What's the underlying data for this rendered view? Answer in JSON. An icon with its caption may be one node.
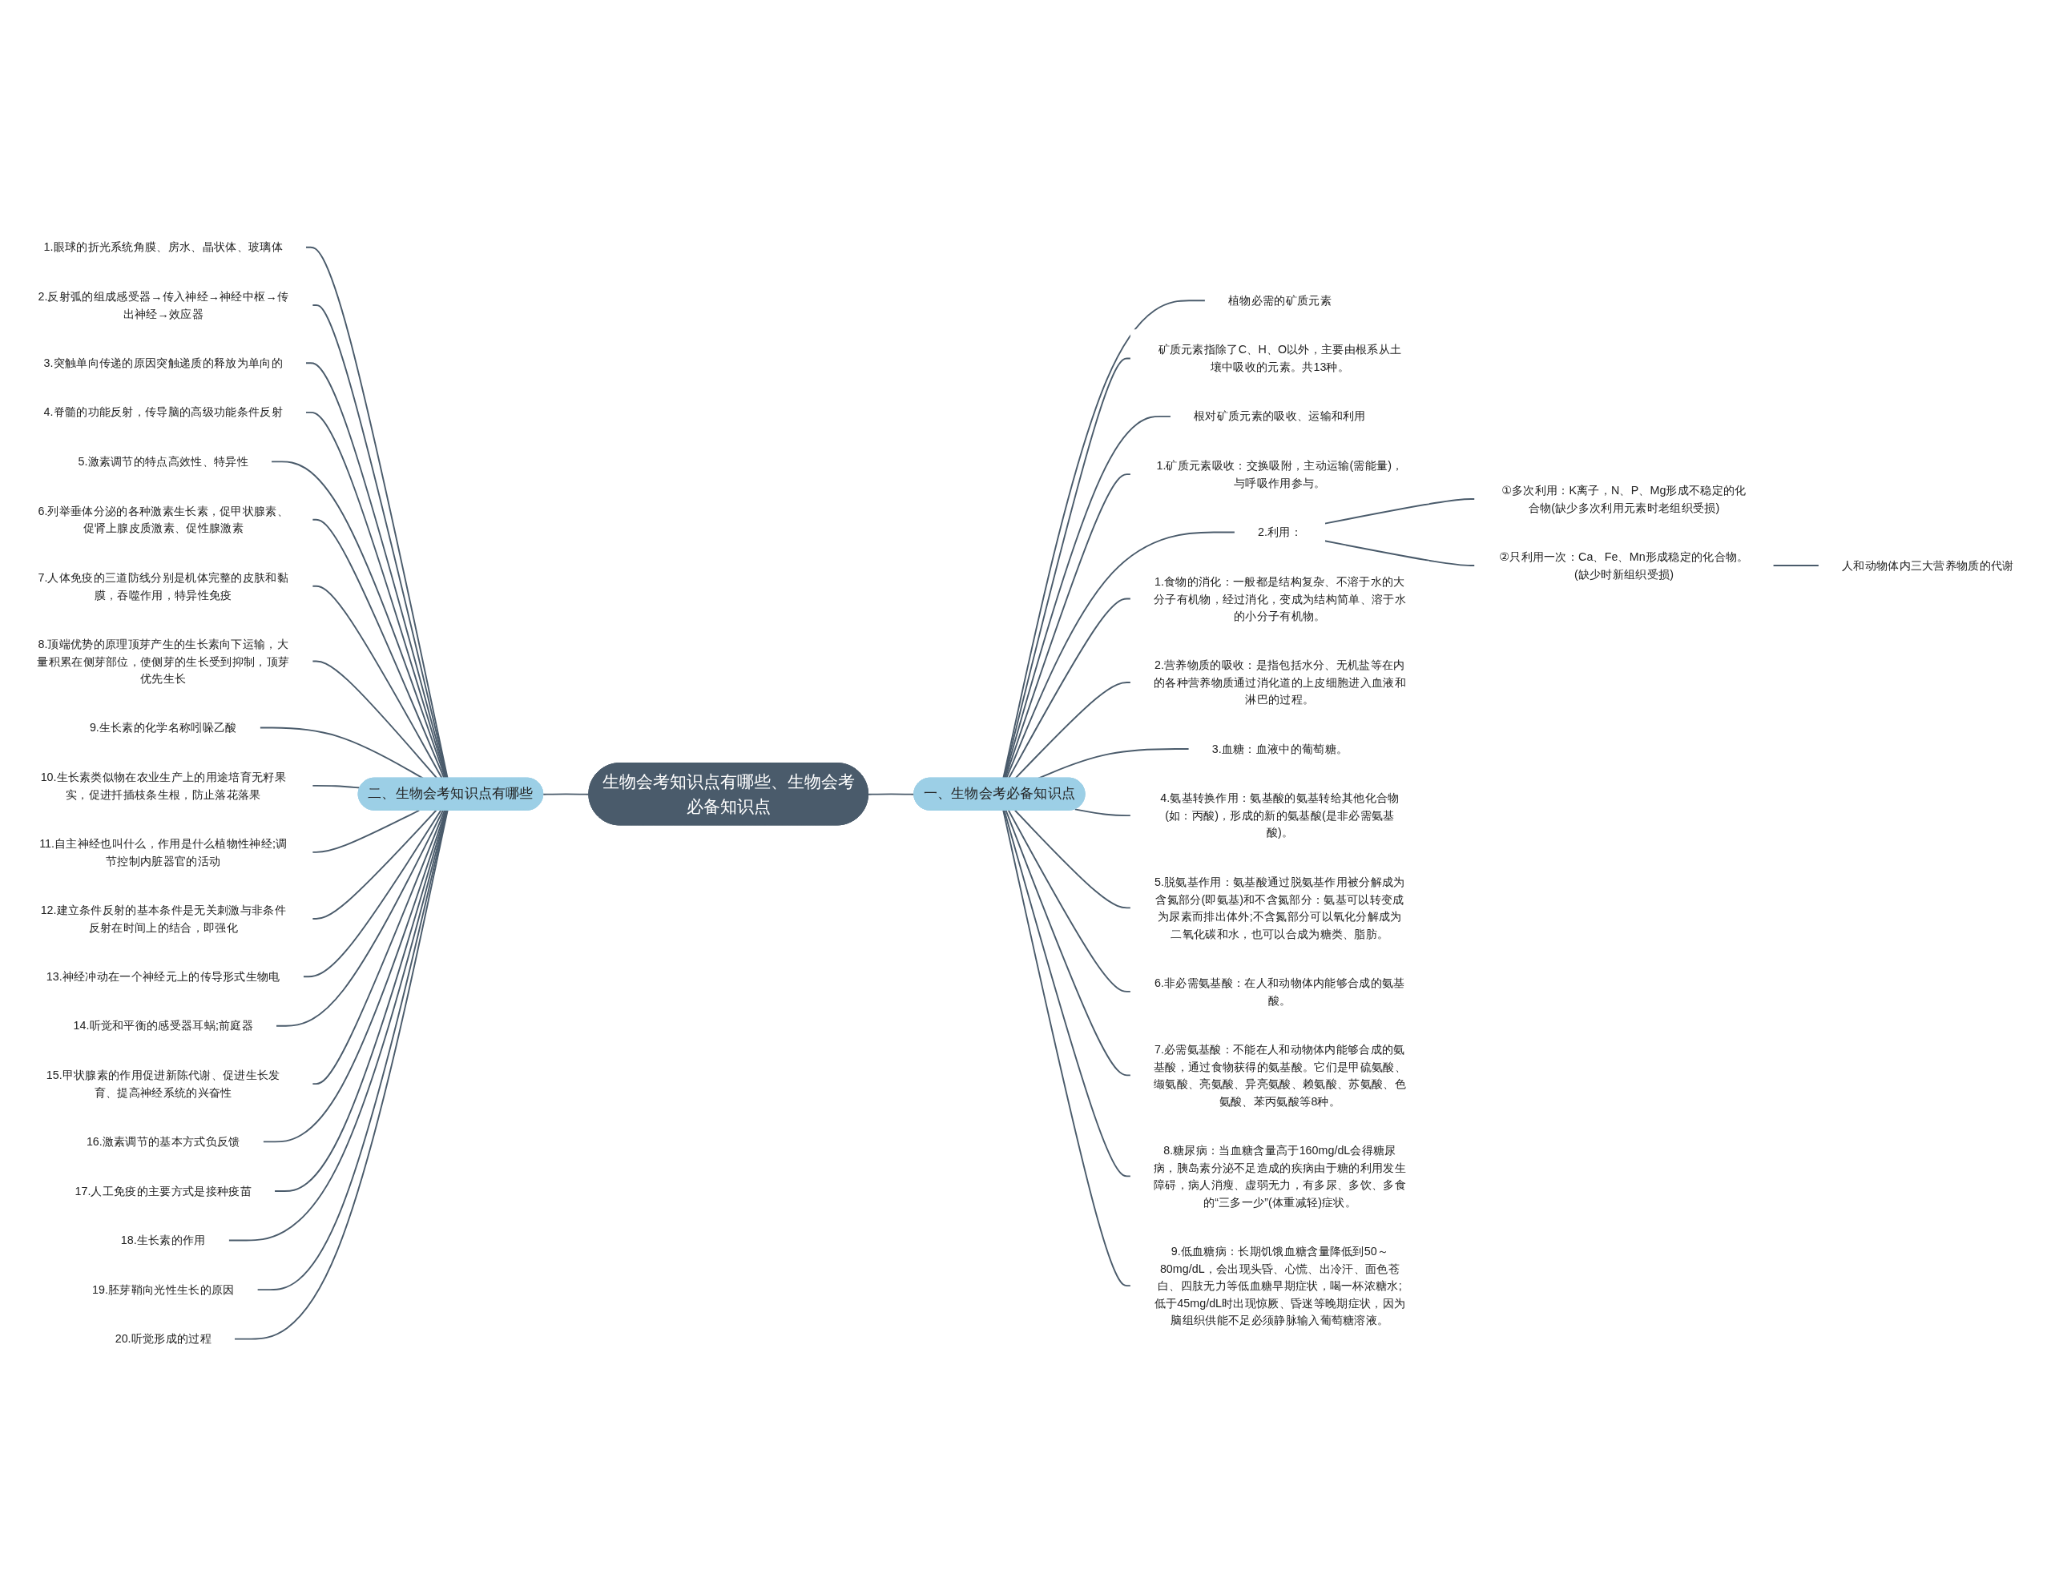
{
  "diagram": {
    "nodes": [
      {
        "text": [
          "生物会考知识点有哪些、生物会考必备知识点"
        ]
      },
      {
        "text": [
          "一、生物会考必备知识点"
        ]
      },
      {
        "text": [
          "植物必需的矿质元素"
        ]
      },
      {
        "text": [
          "矿质元素指除了C、H、O以外，主要由根系从土壤中吸收的元素。共13种。"
        ]
      },
      {
        "text": [
          "根对矿质元素的吸收、运输和利用"
        ]
      },
      {
        "text": [
          "1.矿质元素吸收：交换吸附，主动运输(需能量)，与呼吸作用参与。"
        ]
      },
      {
        "text": [
          "2.利用："
        ]
      },
      {
        "text": [
          "①多次利用：K离子，N、P、Mg形成不稳定的化合物(缺少多次利用元素时老组织受损)"
        ]
      },
      {
        "text": [
          "②只利用一次：Ca、Fe、Mn形成稳定的化合物。(缺少时新组织受损)"
        ]
      },
      {
        "text": [
          "人和动物体内三大营养物质的代谢"
        ]
      },
      {
        "text": [
          "1.食物的消化：一般都是结构复杂、不溶于水的大分子有机物，经过消化，变成为结构简单、溶于水的小分子有机物。"
        ]
      },
      {
        "text": [
          "2.营养物质的吸收：是指包括水分、无机盐等在内的各种营养物质通过消化道的上皮细胞进入血液和淋巴的过程。"
        ]
      },
      {
        "text": [
          "3.血糖：血液中的葡萄糖。"
        ]
      },
      {
        "text": [
          "4.氨基转换作用：氨基酸的氨基转给其他化合物(如：丙酸)，形成的新的氨基酸(是非必需氨基酸)。"
        ]
      },
      {
        "text": [
          "5.脱氨基作用：氨基酸通过脱氨基作用被分解成为含氮部分(即氨基)和不含氮部分：氨基可以转变成为尿素而排出体外;不含氮部分可以氧化分解成为二氧化碳和水，也可以合成为糖类、脂肪。"
        ]
      },
      {
        "text": [
          "6.非必需氨基酸：在人和动物体内能够合成的氨基酸。"
        ]
      },
      {
        "text": [
          "7.必需氨基酸：不能在人和动物体内能够合成的氨基酸，通过食物获得的氨基酸。它们是甲硫氨酸、缬氨酸、亮氨酸、异亮氨酸、赖氨酸、苏氨酸、色氨酸、苯丙氨酸等8种。"
        ]
      },
      {
        "text": [
          "8.糖尿病：当血糖含量高于160mg/dL会得糖尿病，胰岛素分泌不足造成的疾病由于糖的利用发生障碍，病人消瘦、虚弱无力，有多尿、多饮、多食的“三多一少”(体重减轻)症状。"
        ]
      },
      {
        "text": [
          "9.低血糖病：长期饥饿血糖含量降低到50～80mg/dL，会出现头昏、心慌、出冷汗、面色苍白、四肢无力等低血糖早期症状，喝一杯浓糖水;低于45mg/dL时出现惊厥、昏迷等晚期症状，因为脑组织供能不足必须静脉输入葡萄糖溶液。"
        ]
      },
      {
        "text": [
          "二、生物会考知识点有哪些"
        ]
      },
      {
        "text": [
          "1.眼球的折光系统角膜、房水、晶状体、玻璃体"
        ]
      },
      {
        "text": [
          "2.反射弧的组成感受器→传入神经→神经中枢→传出神经→效应器"
        ]
      },
      {
        "text": [
          "3.突触单向传递的原因突触递质的释放为单向的"
        ]
      },
      {
        "text": [
          "4.脊髓的功能反射，传导脑的高级功能条件反射"
        ]
      },
      {
        "text": [
          "5.激素调节的特点高效性、特异性"
        ]
      },
      {
        "text": [
          "6.列举垂体分泌的各种激素生长素，促甲状腺素、促肾上腺皮质激素、促性腺激素"
        ]
      },
      {
        "text": [
          "7.人体免疫的三道防线分别是机体完整的皮肤和黏膜，吞噬作用，特异性免疫"
        ]
      },
      {
        "text": [
          "8.顶端优势的原理顶芽产生的生长素向下运输，大量积累在侧芽部位，使侧芽的生长受到抑制，顶芽优先生长"
        ]
      },
      {
        "text": [
          "9.生长素的化学名称吲哚乙酸"
        ]
      },
      {
        "text": [
          "10.生长素类似物在农业生产上的用途培育无籽果实，促进扦插枝条生根，防止落花落果"
        ]
      },
      {
        "text": [
          "11.自主神经也叫什么，作用是什么植物性神经;调节控制内脏器官的活动"
        ]
      },
      {
        "text": [
          "12.建立条件反射的基本条件是无关刺激与非条件反射在时间上的结合，即强化"
        ]
      },
      {
        "text": [
          "13.神经冲动在一个神经元上的传导形式生物电"
        ]
      },
      {
        "text": [
          "14.听觉和平衡的感受器耳蜗;前庭器"
        ]
      },
      {
        "text": [
          "15.甲状腺素的作用促进新陈代谢、促进生长发育、提高神经系统的兴奋性"
        ]
      },
      {
        "text": [
          "16.激素调节的基本方式负反馈"
        ]
      },
      {
        "text": [
          "17.人工免疫的主要方式是接种疫苗"
        ]
      },
      {
        "text": [
          "18.生长素的作用"
        ]
      },
      {
        "text": [
          "19.胚芽鞘向光性生长的原因"
        ]
      },
      {
        "text": [
          "20.听觉形成的过程"
        ]
      }
    ],
    "edges": [
      {
        "from": 0,
        "to": 1,
        "arrow": "none"
      },
      {
        "from": 1,
        "to": 2,
        "arrow": "none"
      },
      {
        "from": 1,
        "to": 3,
        "arrow": "none"
      },
      {
        "from": 1,
        "to": 4,
        "arrow": "none"
      },
      {
        "from": 1,
        "to": 5,
        "arrow": "none"
      },
      {
        "from": 1,
        "to": 6,
        "arrow": "none"
      },
      {
        "from": 6,
        "to": 7,
        "arrow": "none"
      },
      {
        "from": 6,
        "to": 8,
        "arrow": "none"
      },
      {
        "from": 8,
        "to": 9,
        "arrow": "none"
      },
      {
        "from": 1,
        "to": 10,
        "arrow": "none"
      },
      {
        "from": 1,
        "to": 11,
        "arrow": "none"
      },
      {
        "from": 1,
        "to": 12,
        "arrow": "none"
      },
      {
        "from": 1,
        "to": 13,
        "arrow": "none"
      },
      {
        "from": 1,
        "to": 14,
        "arrow": "none"
      },
      {
        "from": 1,
        "to": 15,
        "arrow": "none"
      },
      {
        "from": 1,
        "to": 16,
        "arrow": "none"
      },
      {
        "from": 1,
        "to": 17,
        "arrow": "none"
      },
      {
        "from": 1,
        "to": 18,
        "arrow": "none"
      },
      {
        "from": 0,
        "to": 19,
        "arrow": "none"
      },
      {
        "from": 19,
        "to": 20,
        "arrow": "none"
      },
      {
        "from": 19,
        "to": 21,
        "arrow": "none"
      },
      {
        "from": 19,
        "to": 22,
        "arrow": "none"
      },
      {
        "from": 19,
        "to": 23,
        "arrow": "none"
      },
      {
        "from": 19,
        "to": 24,
        "arrow": "none"
      },
      {
        "from": 19,
        "to": 25,
        "arrow": "none"
      },
      {
        "from": 19,
        "to": 26,
        "arrow": "none"
      },
      {
        "from": 19,
        "to": 27,
        "arrow": "none"
      },
      {
        "from": 19,
        "to": 28,
        "arrow": "none"
      },
      {
        "from": 19,
        "to": 29,
        "arrow": "none"
      },
      {
        "from": 19,
        "to": 30,
        "arrow": "none"
      },
      {
        "from": 19,
        "to": 31,
        "arrow": "none"
      },
      {
        "from": 19,
        "to": 32,
        "arrow": "none"
      },
      {
        "from": 19,
        "to": 33,
        "arrow": "none"
      },
      {
        "from": 19,
        "to": 34,
        "arrow": "none"
      },
      {
        "from": 19,
        "to": 35,
        "arrow": "none"
      },
      {
        "from": 19,
        "to": 36,
        "arrow": "none"
      },
      {
        "from": 19,
        "to": 37,
        "arrow": "none"
      },
      {
        "from": 19,
        "to": 38,
        "arrow": "none"
      },
      {
        "from": 19,
        "to": 39,
        "arrow": "none"
      }
    ]
  }
}
